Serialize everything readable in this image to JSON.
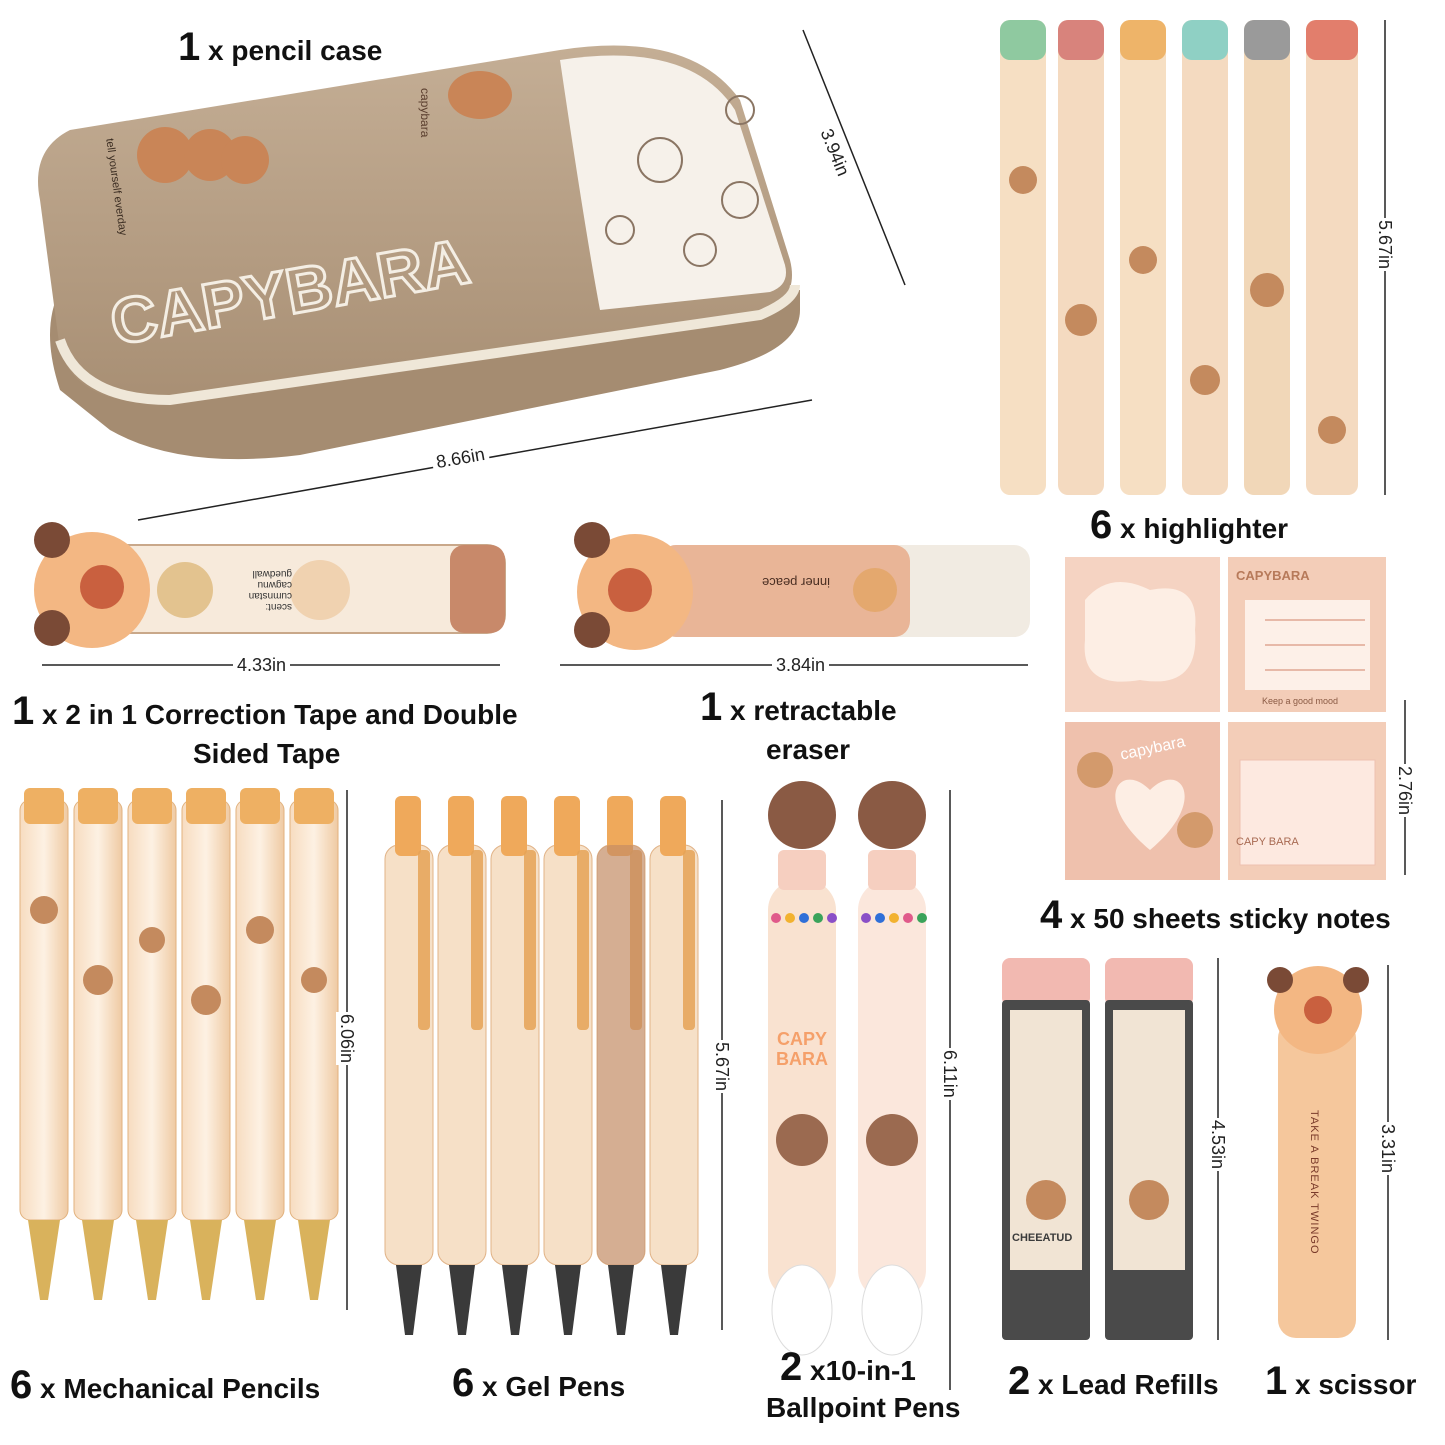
{
  "colors": {
    "case_khaki": "#b59e84",
    "case_white": "#f6f1ea",
    "capybara_brown": "#c48a5e",
    "peach": "#f4c79a",
    "pink_note": "#f2c6b4",
    "amber_clear": "#e8a75a"
  },
  "products": {
    "pencil_case": {
      "qty": "1",
      "label": "x pencil case",
      "brand_text": "CAPYBARA",
      "slogan": "tell yourself everday",
      "tag": "capybara",
      "dim_length": "8.66in",
      "dim_depth": "3.94in"
    },
    "highlighter": {
      "qty": "6",
      "label": "x highlighter",
      "dim_height": "5.67in"
    },
    "correction_tape": {
      "qty": "1",
      "label": "x 2 in 1 Correction Tape and Double Sided Tape",
      "label_line1": "x 2 in 1 Correction Tape and Double",
      "label_line2": "Sided Tape",
      "dim_length": "4.33in",
      "print_text": "scent: cumnstan cagwnu guedwall"
    },
    "eraser": {
      "qty": "1",
      "label": "x retractable eraser",
      "label_line1": "x retractable",
      "label_line2": "eraser",
      "dim_length": "3.84in",
      "print_text": "inner peace"
    },
    "sticky_notes": {
      "qty": "4",
      "label": "x 50 sheets sticky notes",
      "dim_height": "2.76in",
      "pad_texts": [
        "CAPYBARA",
        "Keep a good mood",
        "capybara",
        "CAPY BARA"
      ]
    },
    "mechanical_pencils": {
      "qty": "6",
      "label": "x Mechanical Pencils",
      "dim_height": "6.06in"
    },
    "gel_pens": {
      "qty": "6",
      "label": "x Gel Pens",
      "dim_height": "5.67in"
    },
    "ballpoint_pens": {
      "qty": "2",
      "label": "x10-in-1 Ballpoint Pens",
      "label_line1": "x10-in-1",
      "label_line2": "Ballpoint Pens",
      "dim_height": "6.11in",
      "print_text": "CAPY BARA"
    },
    "lead_refills": {
      "qty": "2",
      "label": "x Lead Refills",
      "dim_height": "4.53in",
      "print_text": "CHEEATUD"
    },
    "scissor": {
      "qty": "1",
      "label": "x scissor",
      "dim_height": "3.31in",
      "print_text": "TAKE A BREAK  TWINGO"
    }
  }
}
